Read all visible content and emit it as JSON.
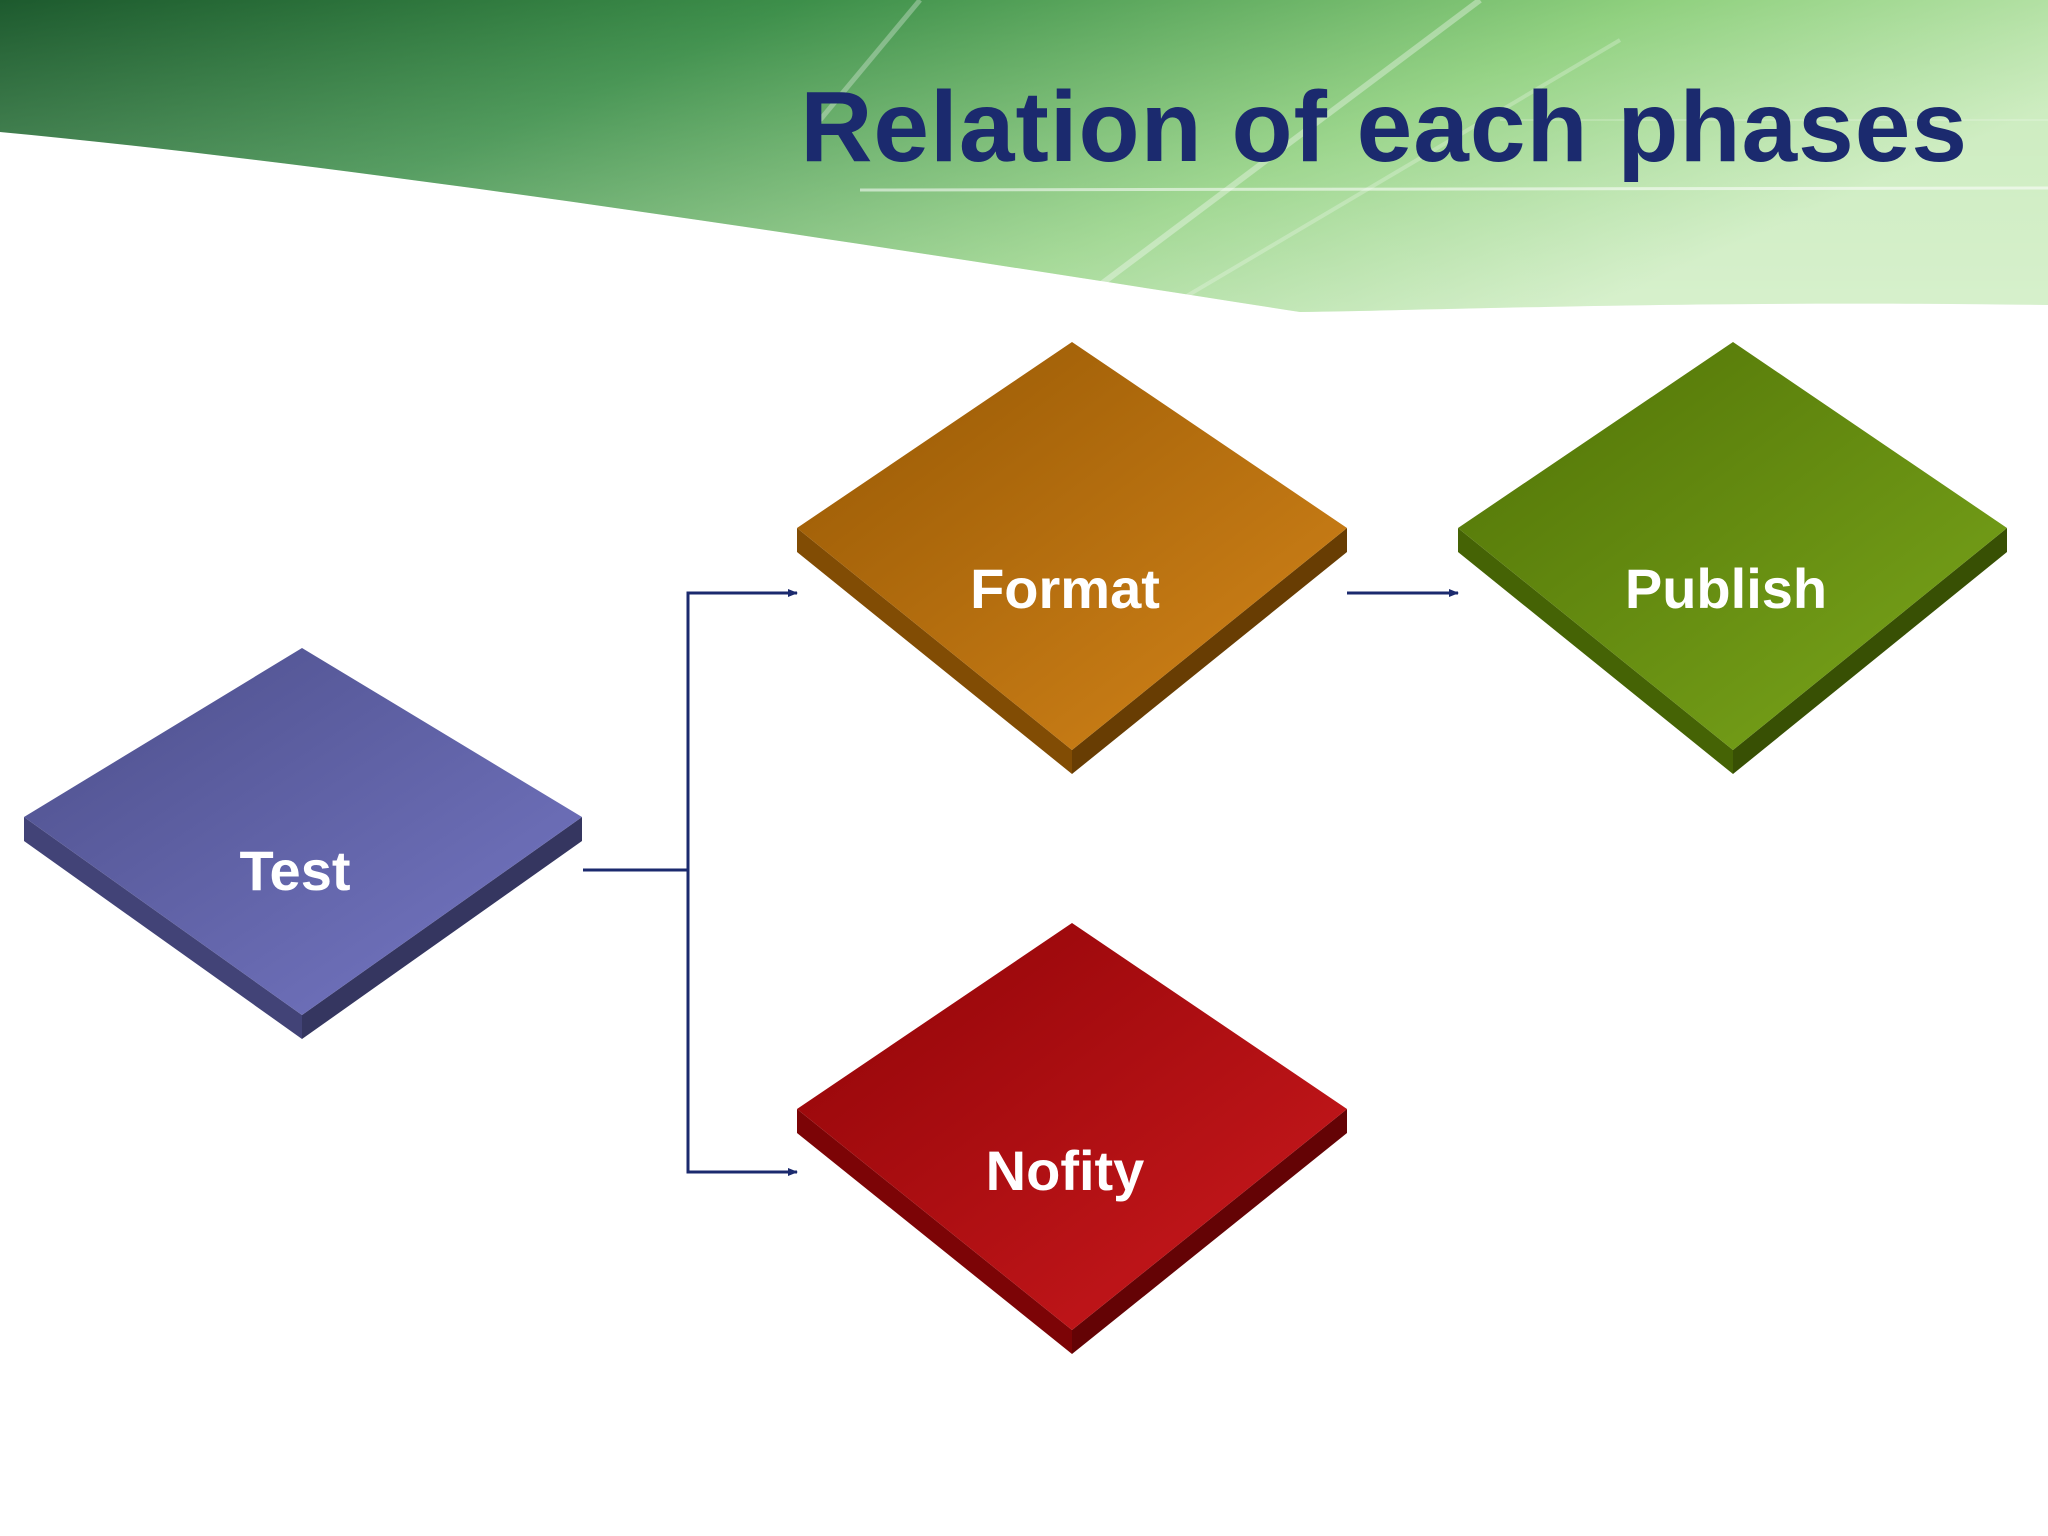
{
  "slide": {
    "title": "Relation of each phases"
  },
  "diagram": {
    "nodes": [
      {
        "id": "test",
        "label": "Test",
        "color": "#6a6cc0"
      },
      {
        "id": "format",
        "label": "Format",
        "color": "#d07a06"
      },
      {
        "id": "publish",
        "label": "Publish",
        "color": "#6f9f08"
      },
      {
        "id": "notify",
        "label": "Nofity",
        "color": "#c8060a"
      }
    ],
    "edges": [
      {
        "from": "test",
        "to": "format"
      },
      {
        "from": "test",
        "to": "notify"
      },
      {
        "from": "format",
        "to": "publish"
      }
    ],
    "arrow_color": "#1b2a6e"
  },
  "theme": {
    "title_color": "#1b2a6e",
    "banner_colors": [
      "#1d5a2e",
      "#3d8f4a",
      "#8fd07e",
      "#c9ebbb"
    ]
  }
}
